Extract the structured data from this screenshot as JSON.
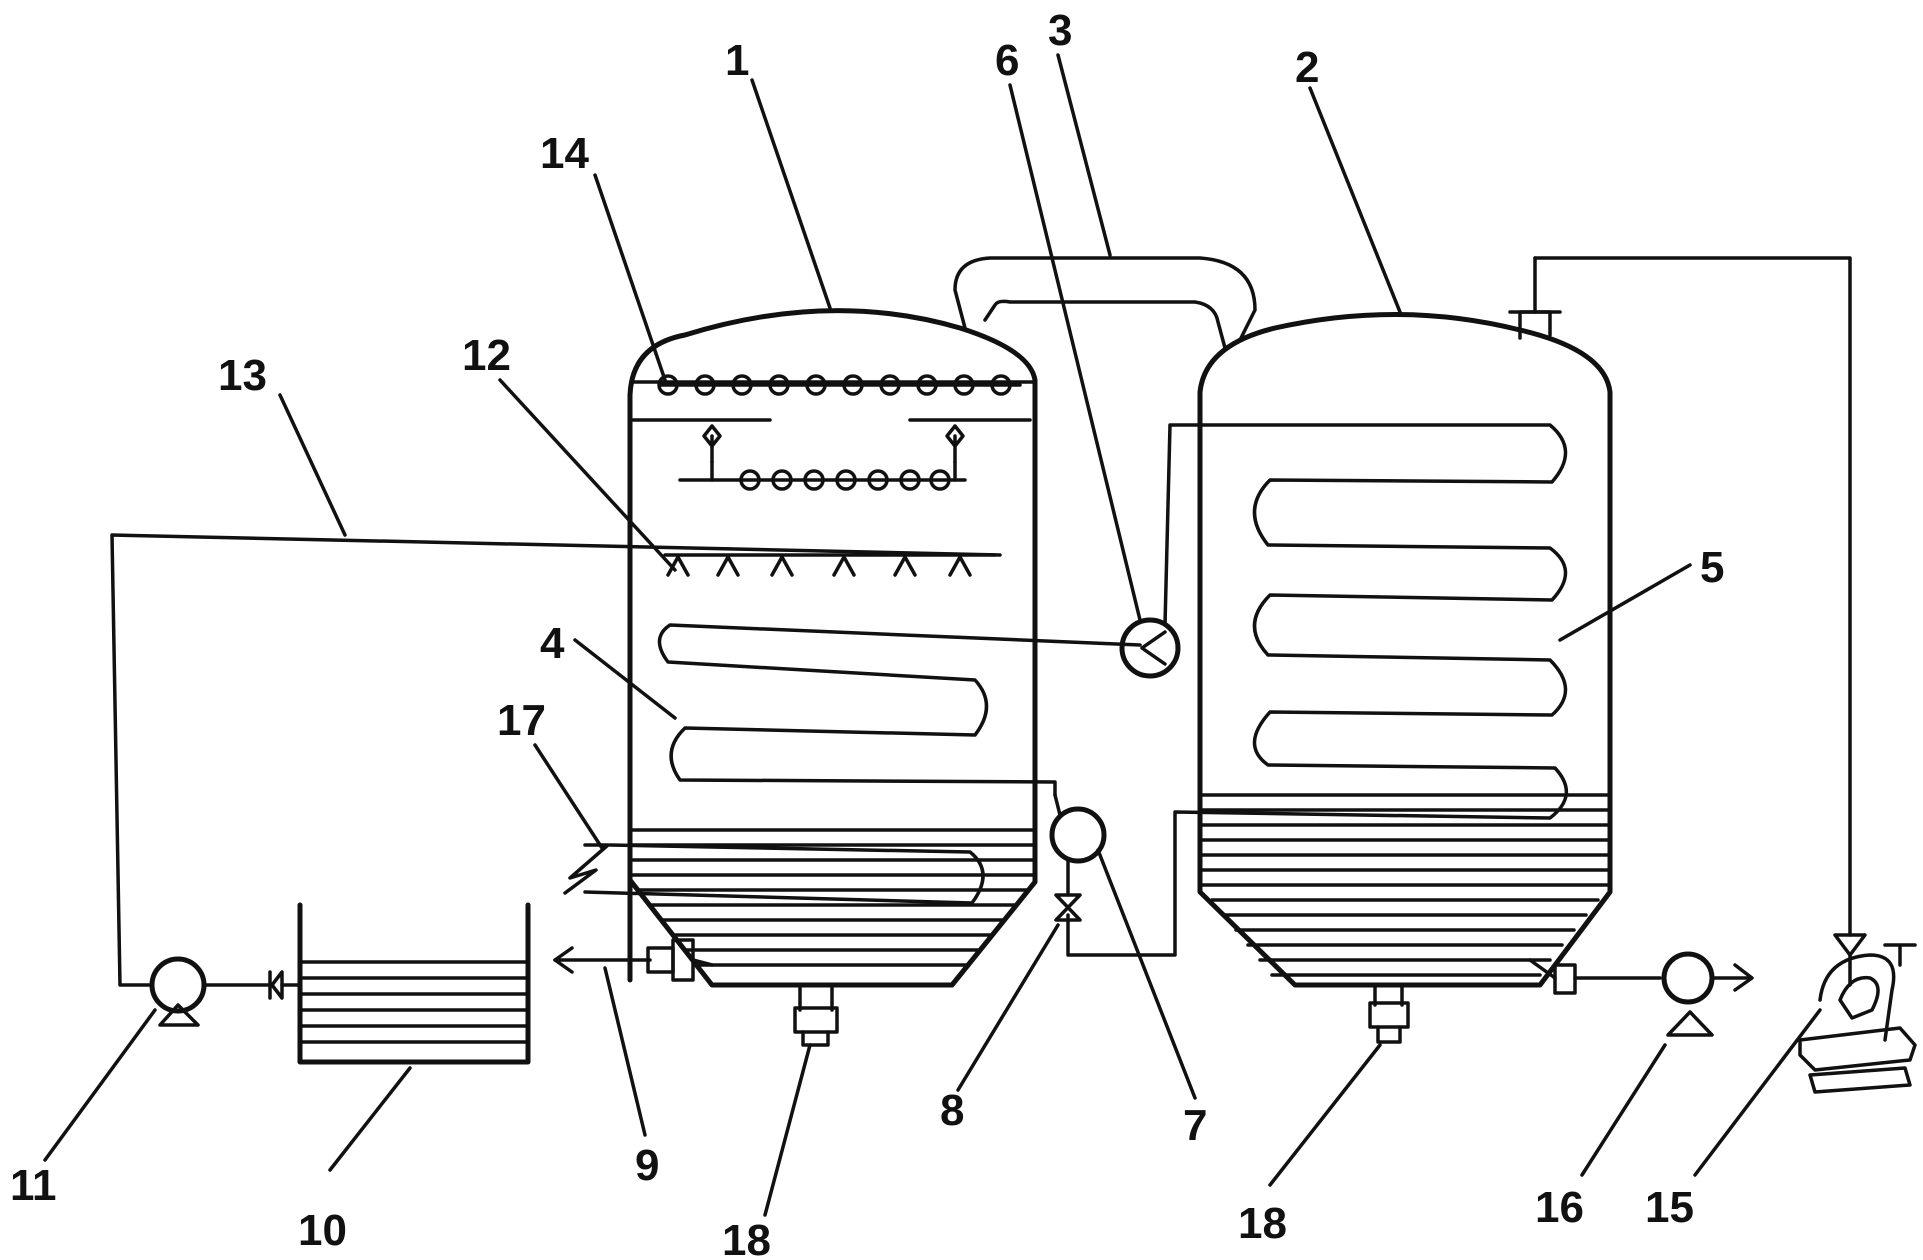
{
  "labels": [
    "1",
    "2",
    "3",
    "4",
    "5",
    "6",
    "7",
    "8",
    "9",
    "10",
    "11",
    "12",
    "13",
    "14",
    "15",
    "16",
    "17",
    "18",
    "18"
  ]
}
